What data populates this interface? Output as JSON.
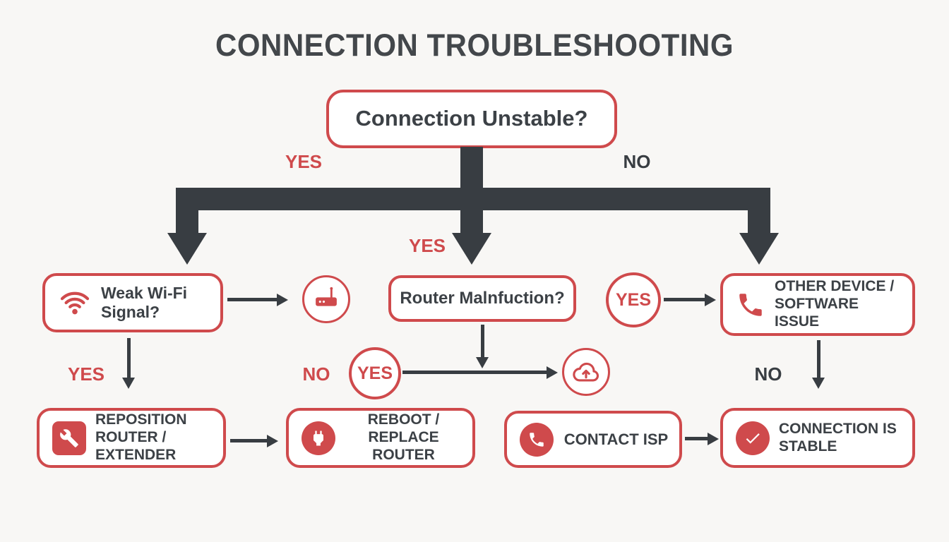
{
  "title": "CONNECTION TROUBLESHOOTING",
  "colors": {
    "red": "#cf4a4c",
    "dark": "#383d42",
    "bg": "#f8f7f5",
    "text": "#3c4146"
  },
  "root": {
    "question": "Connection Unstable?"
  },
  "branches": {
    "root_yes": "YES",
    "root_no": "NO",
    "center_yes": "YES",
    "wifi_yes": "YES",
    "mid_no": "NO",
    "right_no": "NO",
    "circle_yes_a": "YES",
    "circle_yes_b": "YES"
  },
  "nodes": {
    "weak_wifi": {
      "question": "Weak Wi-Fi Signal?"
    },
    "router_malfunction": {
      "question": "Router Malnfuction?"
    },
    "other_device": {
      "label": "OTHER DEVICE / SOFTWARE ISSUE"
    },
    "reposition": {
      "label": "REPOSITION ROUTER / EXTENDER"
    },
    "reboot": {
      "label": "REBOOT / REPLACE ROUTER"
    },
    "contact_isp": {
      "label": "CONTACT ISP"
    },
    "stable": {
      "label": "CONNECTION IS STABLE"
    }
  },
  "icons": {
    "weak_wifi": "wifi-icon",
    "router_device": "router-icon",
    "other_device": "phone-icon",
    "cloud_node": "cloud-upload-icon",
    "reposition": "wrench-icon",
    "reboot": "plug-icon",
    "contact_isp": "phone-icon",
    "stable": "check-icon"
  }
}
